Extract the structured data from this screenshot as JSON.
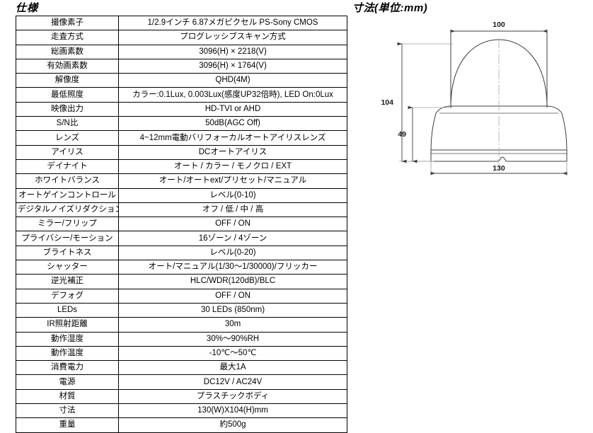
{
  "spec": {
    "heading": "仕様",
    "rows": [
      {
        "label": "撮像素子",
        "value": "1/2.9インチ 6.87メガピクセル PS-Sony CMOS"
      },
      {
        "label": "走査方式",
        "value": "プログレッシブスキャン方式"
      },
      {
        "label": "総画素数",
        "value": "3096(H) × 2218(V)"
      },
      {
        "label": "有効画素数",
        "value": "3096(H) × 1764(V)"
      },
      {
        "label": "解像度",
        "value": "QHD(4M)"
      },
      {
        "label": "最低照度",
        "value": "カラー:0.1Lux, 0.003Lux(感度UP32倍時), LED On:0Lux"
      },
      {
        "label": "映像出力",
        "value": "HD-TVI or AHD"
      },
      {
        "label": "S/N比",
        "value": "50dB(AGC Off)"
      },
      {
        "label": "レンズ",
        "value": "4~12mm電動バリフォーカルオートアイリスレンズ"
      },
      {
        "label": "アイリス",
        "value": "DCオートアイリス"
      },
      {
        "label": "デイナイト",
        "value": "オート / カラー / モノクロ / EXT"
      },
      {
        "label": "ホワイトバランス",
        "value": "オート/オートext/プリセット/マニュアル"
      },
      {
        "label": "オートゲインコントロール",
        "value": "レベル(0-10)"
      },
      {
        "label": "デジタルノイズリダクション",
        "value": "オフ / 低 / 中 / 高"
      },
      {
        "label": "ミラー/フリップ",
        "value": "OFF / ON"
      },
      {
        "label": "プライバシー/モーション",
        "value": "16ゾーン / 4ゾーン"
      },
      {
        "label": "ブライトネス",
        "value": "レベル(0-20)"
      },
      {
        "label": "シャッター",
        "value": "オート/マニュアル(1/30～1/30000)/フリッカー"
      },
      {
        "label": "逆光補正",
        "value": "HLC/WDR(120dB)/BLC"
      },
      {
        "label": "デフォグ",
        "value": "OFF / ON"
      },
      {
        "label": "LEDs",
        "value": "30 LEDs (850nm)"
      },
      {
        "label": "IR照射距離",
        "value": "30m"
      },
      {
        "label": "動作湿度",
        "value": "30%～90%RH"
      },
      {
        "label": "動作温度",
        "value": "-10℃～50℃"
      },
      {
        "label": "消費電力",
        "value": "最大1A"
      },
      {
        "label": "電源",
        "value": "DC12V / AC24V"
      },
      {
        "label": "材質",
        "value": "プラスチックボディ"
      },
      {
        "label": "寸法",
        "value": "130(W)X104(H)mm"
      },
      {
        "label": "重量",
        "value": "約500g"
      }
    ]
  },
  "dimensions": {
    "heading": "寸法(単位:mm)",
    "unit": "mm",
    "width_top": "100",
    "height_total": "104",
    "height_body": "49",
    "width_base": "130",
    "line_color": "#3c3c3c"
  }
}
